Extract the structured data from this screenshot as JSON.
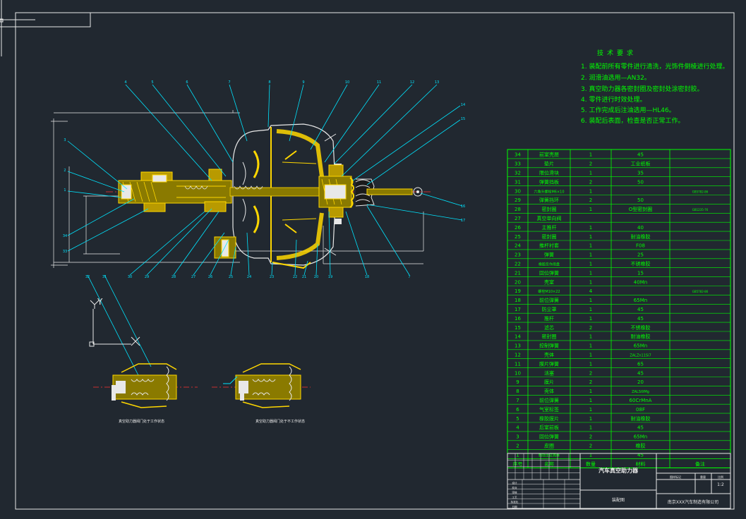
{
  "drawing": {
    "title": "汽车真空助力器",
    "subtitle": "装配图",
    "company": "南京XXX汽车制造有限公司",
    "scale": "1:2",
    "title_block_labels": [
      "图样标记",
      "重量",
      "比例"
    ],
    "sign_labels": [
      "设计",
      "校对",
      "审核",
      "工艺",
      "标准化",
      "日期"
    ]
  },
  "tech_requirements": {
    "title": "技术要求",
    "items": [
      "1. 装配前所有零件进行清洗，光饰件倒棱进行处理。",
      "2. 润滑油选用—AN32。",
      "3. 真空助力器各密封圈及密封处涂密封胶。",
      "4. 零件进行时效处理。",
      "5. 工作完成后注油选用—HL46。",
      "6. 装配后表面，检查是否正常工作。"
    ]
  },
  "bom": {
    "headers": [
      "序号",
      "名称",
      "数量",
      "材料",
      "备注"
    ],
    "rows": [
      [
        "34",
        "前室壳层",
        "1",
        "45",
        ""
      ],
      [
        "33",
        "垫片",
        "2",
        "工业纸板",
        ""
      ],
      [
        "32",
        "限位滑块",
        "1",
        "35",
        ""
      ],
      [
        "31",
        "弹簧挡板",
        "2",
        "50",
        ""
      ],
      [
        "30",
        "六角头螺栓M6×10",
        "1",
        "",
        "GB5782-86"
      ],
      [
        "29",
        "弹簧挡环",
        "2",
        "50",
        ""
      ],
      [
        "28",
        "密封圈",
        "1",
        "O型密封圈",
        "GB1235-76"
      ],
      [
        "27",
        "真空单向阀",
        "",
        "",
        ""
      ],
      [
        "26",
        "主推杆",
        "1",
        "40",
        ""
      ],
      [
        "25",
        "密封圈",
        "1",
        "耐油橡胶",
        ""
      ],
      [
        "24",
        "推杆衬套",
        "1",
        "F08",
        ""
      ],
      [
        "23",
        "弹簧",
        "1",
        "25",
        ""
      ],
      [
        "22",
        "橡胶反作用盘",
        "1",
        "不锈橡胶",
        ""
      ],
      [
        "21",
        "回位弹簧",
        "1",
        "15",
        ""
      ],
      [
        "20",
        "壳室",
        "1",
        "40Mn",
        ""
      ],
      [
        "19",
        "螺栓M10×22",
        "4",
        "",
        "GB5782-86"
      ],
      [
        "18",
        "前位弹簧",
        "1",
        "65Mn",
        ""
      ],
      [
        "17",
        "防尘罩",
        "1",
        "45",
        ""
      ],
      [
        "16",
        "推杆",
        "1",
        "45",
        ""
      ],
      [
        "15",
        "滤芯",
        "2",
        "不锈橡胶",
        ""
      ],
      [
        "14",
        "密封圈",
        "1",
        "耐油橡胶",
        ""
      ],
      [
        "13",
        "控制弹簧",
        "1",
        "65Mn",
        ""
      ],
      [
        "12",
        "壳体",
        "1",
        "ZALZn11Si7",
        ""
      ],
      [
        "11",
        "膜片弹簧",
        "1",
        "65",
        ""
      ],
      [
        "10",
        "活塞",
        "2",
        "45",
        ""
      ],
      [
        "9",
        "膜片",
        "2",
        "20",
        ""
      ],
      [
        "8",
        "壳体",
        "1",
        "ZALSi9Mg",
        ""
      ],
      [
        "7",
        "前位弹簧",
        "1",
        "60CrMnA",
        ""
      ],
      [
        "6",
        "气室标签",
        "1",
        "08F",
        ""
      ],
      [
        "5",
        "橡胶膜片",
        "1",
        "耐油橡胶",
        ""
      ],
      [
        "4",
        "后室前板",
        "1",
        "45",
        ""
      ],
      [
        "3",
        "回位弹簧",
        "2",
        "65Mn",
        ""
      ],
      [
        "2",
        "皮圈",
        "2",
        "橡胶",
        ""
      ],
      [
        "1",
        "制动主缸壳体",
        "1",
        "45",
        ""
      ]
    ]
  },
  "views": {
    "caption_left": "真空助力器阀门处于工作状态",
    "caption_right": "真空助力器阀门处于不工作状态",
    "axis_x": "X",
    "axis_y": "Y"
  },
  "balloons": {
    "top": [
      "4",
      "5",
      "6",
      "7",
      "8",
      "9",
      "10",
      "11",
      "12",
      "13"
    ],
    "left": [
      "3",
      "2",
      "1",
      "34",
      "33"
    ],
    "right": [
      "14",
      "15",
      "16",
      "17"
    ],
    "bottom": [
      "32",
      "31",
      "30",
      "29",
      "28",
      "27",
      "26",
      "25",
      "24",
      "23",
      "22",
      "21",
      "20",
      "19",
      "18"
    ]
  },
  "colors": {
    "background": "#212830",
    "frame": "#e8e8e8",
    "table": "#00ff00",
    "leader": "#00e5ff",
    "part": "#ffd700",
    "hatch": "#c8a000",
    "center": "#ff3030"
  }
}
